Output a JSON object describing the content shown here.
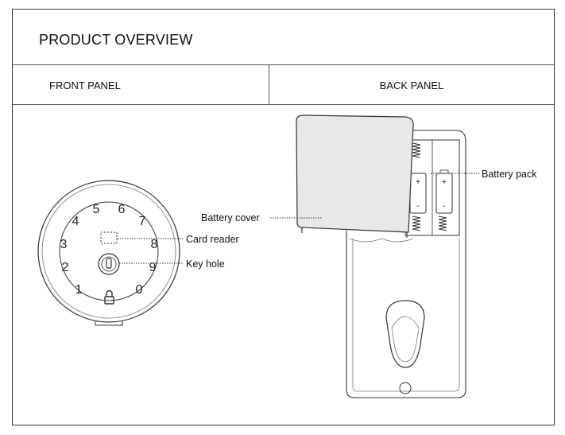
{
  "title": "PRODUCT OVERVIEW",
  "panels": {
    "front_label": "FRONT PANEL",
    "back_label": "BACK PANEL"
  },
  "callouts": {
    "card_reader": "Card reader",
    "key_hole": "Key hole",
    "battery_cover": "Battery cover",
    "battery_pack": "Battery pack"
  },
  "keypad_digits": [
    "1",
    "2",
    "3",
    "4",
    "5",
    "6",
    "7",
    "8",
    "9",
    "0"
  ],
  "battery_marks": [
    "+",
    "-",
    "+",
    "-"
  ]
}
